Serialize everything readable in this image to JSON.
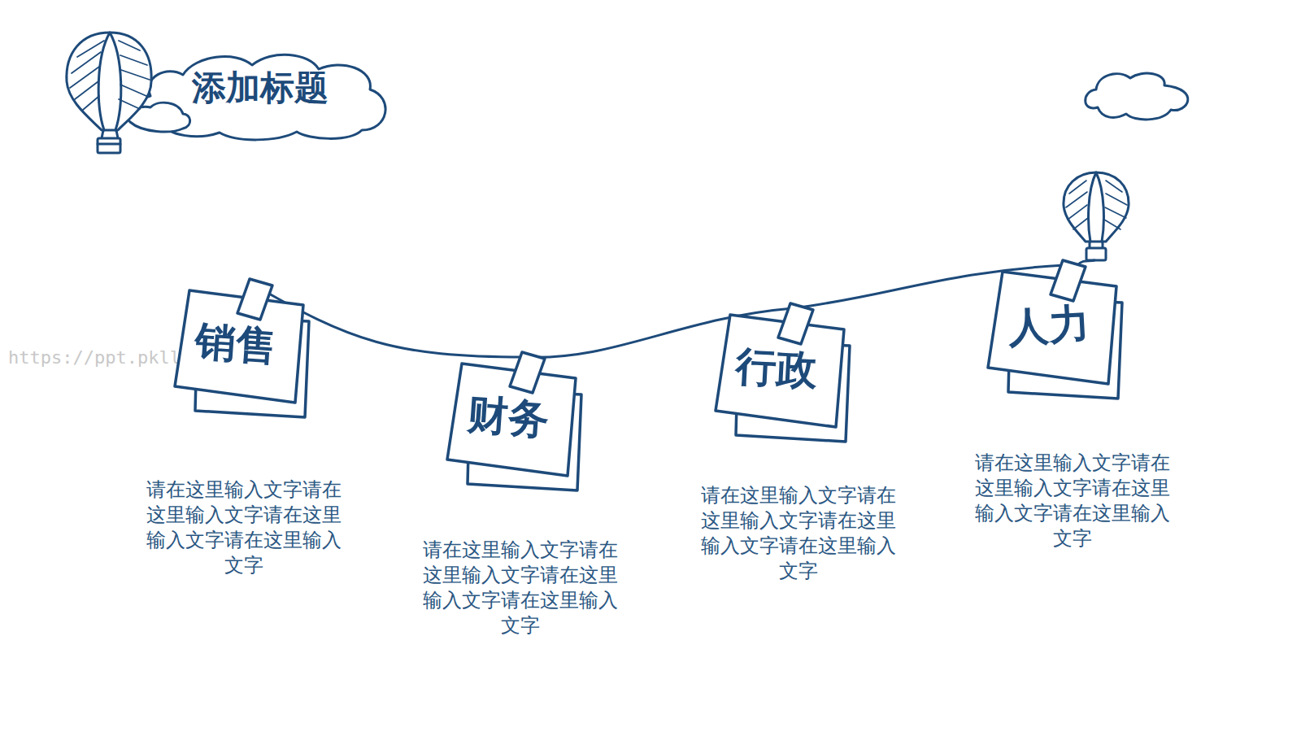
{
  "diagram": {
    "title": "添加标题",
    "nodes": [
      {
        "text": [
          "销售",
          "请在这里输入文字请在这里输入文字请在这里输入文字请在这里输入文字"
        ]
      },
      {
        "text": [
          "财务",
          "请在这里输入文字请在这里输入文字请在这里输入文字请在这里输入文字"
        ]
      },
      {
        "text": [
          "行政",
          "请在这里输入文字请在这里输入文字请在这里输入文字请在这里输入文字"
        ]
      },
      {
        "text": [
          "人力",
          "请在这里输入文字请在这里输入文字请在这里输入文字请在这里输入文字"
        ]
      }
    ],
    "edges": [
      {
        "from": 0,
        "to": 1,
        "arrow": "none"
      },
      {
        "from": 1,
        "to": 2,
        "arrow": "none"
      },
      {
        "from": 2,
        "to": 3,
        "arrow": "none"
      }
    ],
    "labels": [
      "https://ppt.pkll.de"
    ]
  }
}
